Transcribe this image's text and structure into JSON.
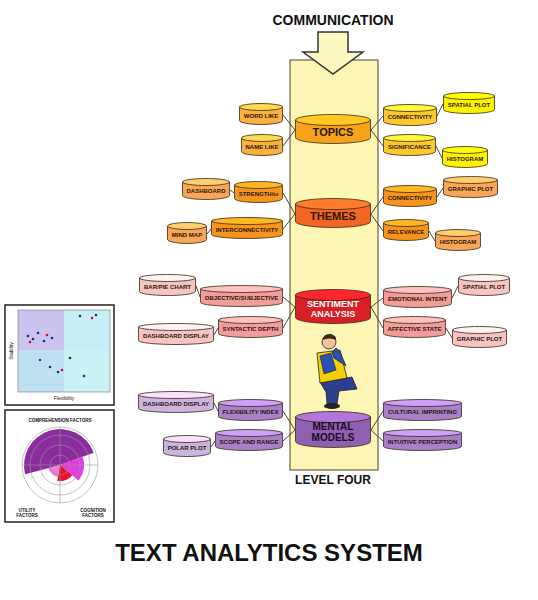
{
  "diagram": {
    "caption": "TEXT ANALYTICS SYSTEM",
    "nodes": [
      {
        "text": [
          "TOPICS"
        ]
      },
      {
        "text": [
          "WORD LIKE"
        ]
      },
      {
        "text": [
          "NAME LIKE"
        ]
      },
      {
        "text": [
          "CONNECTIVITY"
        ]
      },
      {
        "text": [
          "SIGNIFICANCE"
        ]
      },
      {
        "text": [
          "SPATIAL PLOT"
        ]
      },
      {
        "text": [
          "HISTOGRAM"
        ]
      },
      {
        "text": [
          "THEMES"
        ]
      },
      {
        "text": [
          "DASHBOARD"
        ]
      },
      {
        "text": [
          "STRENGTH/ω"
        ]
      },
      {
        "text": [
          "MIND MAP"
        ]
      },
      {
        "text": [
          "INTERCONNECTIVITY"
        ]
      },
      {
        "text": [
          "CONNECTIVITY"
        ]
      },
      {
        "text": [
          "RELEVANCE"
        ]
      },
      {
        "text": [
          "GRAPHIC PLOT"
        ]
      },
      {
        "text": [
          "HISTOGRAM"
        ]
      },
      {
        "text": [
          "SENTIMENT ANALYSIS"
        ]
      },
      {
        "text": [
          "BAR/PIE CHART"
        ]
      },
      {
        "text": [
          "OBJECTIVE/SUBJECTIVE"
        ]
      },
      {
        "text": [
          "DASHBOARD DISPLAY"
        ]
      },
      {
        "text": [
          "SYNTACTIC DEPTH"
        ]
      },
      {
        "text": [
          "EMOTIONAL INTENT"
        ]
      },
      {
        "text": [
          "AFFECTIVE STATE"
        ]
      },
      {
        "text": [
          "SPATIAL PLOT"
        ]
      },
      {
        "text": [
          "GRAPHIC PLOT"
        ]
      },
      {
        "text": [
          "MENTAL MODELS"
        ]
      },
      {
        "text": [
          "DASHBOARD DISPLAY"
        ]
      },
      {
        "text": [
          "FLEXIBILITY INDEX"
        ]
      },
      {
        "text": [
          "POLAR PLOT"
        ]
      },
      {
        "text": [
          "SCOPE AND RANGE"
        ]
      },
      {
        "text": [
          "CULTURAL IMPRINTING"
        ]
      },
      {
        "text": [
          "INTUITIVE PERCEPTION"
        ]
      }
    ],
    "edges": [
      {
        "from": 0,
        "to": 1,
        "arrow": "none"
      },
      {
        "from": 0,
        "to": 2,
        "arrow": "none"
      },
      {
        "from": 0,
        "to": 3,
        "arrow": "none"
      },
      {
        "from": 0,
        "to": 4,
        "arrow": "none"
      },
      {
        "from": 3,
        "to": 5,
        "arrow": "none"
      },
      {
        "from": 4,
        "to": 6,
        "arrow": "none"
      },
      {
        "from": 7,
        "to": 9,
        "arrow": "none"
      },
      {
        "from": 7,
        "to": 11,
        "arrow": "none"
      },
      {
        "from": 9,
        "to": 8,
        "arrow": "none"
      },
      {
        "from": 11,
        "to": 10,
        "arrow": "none"
      },
      {
        "from": 7,
        "to": 12,
        "arrow": "none"
      },
      {
        "from": 7,
        "to": 13,
        "arrow": "none"
      },
      {
        "from": 12,
        "to": 14,
        "arrow": "none"
      },
      {
        "from": 13,
        "to": 15,
        "arrow": "none"
      },
      {
        "from": 16,
        "to": 18,
        "arrow": "none"
      },
      {
        "from": 16,
        "to": 20,
        "arrow": "none"
      },
      {
        "from": 18,
        "to": 17,
        "arrow": "none"
      },
      {
        "from": 20,
        "to": 19,
        "arrow": "none"
      },
      {
        "from": 16,
        "to": 21,
        "arrow": "none"
      },
      {
        "from": 16,
        "to": 22,
        "arrow": "none"
      },
      {
        "from": 21,
        "to": 23,
        "arrow": "none"
      },
      {
        "from": 22,
        "to": 24,
        "arrow": "none"
      },
      {
        "from": 25,
        "to": 27,
        "arrow": "none"
      },
      {
        "from": 25,
        "to": 29,
        "arrow": "none"
      },
      {
        "from": 27,
        "to": 26,
        "arrow": "none"
      },
      {
        "from": 29,
        "to": 28,
        "arrow": "none"
      },
      {
        "from": 25,
        "to": 30,
        "arrow": "none"
      },
      {
        "from": 25,
        "to": 31,
        "arrow": "none"
      }
    ],
    "labels": [
      "COMMUNICATION",
      "LEVEL FOUR",
      "Stability",
      "Flexibility",
      "COMPREHENSION FACTORS",
      "UTILITY FACTORS",
      "COGNITION FACTORS"
    ]
  }
}
